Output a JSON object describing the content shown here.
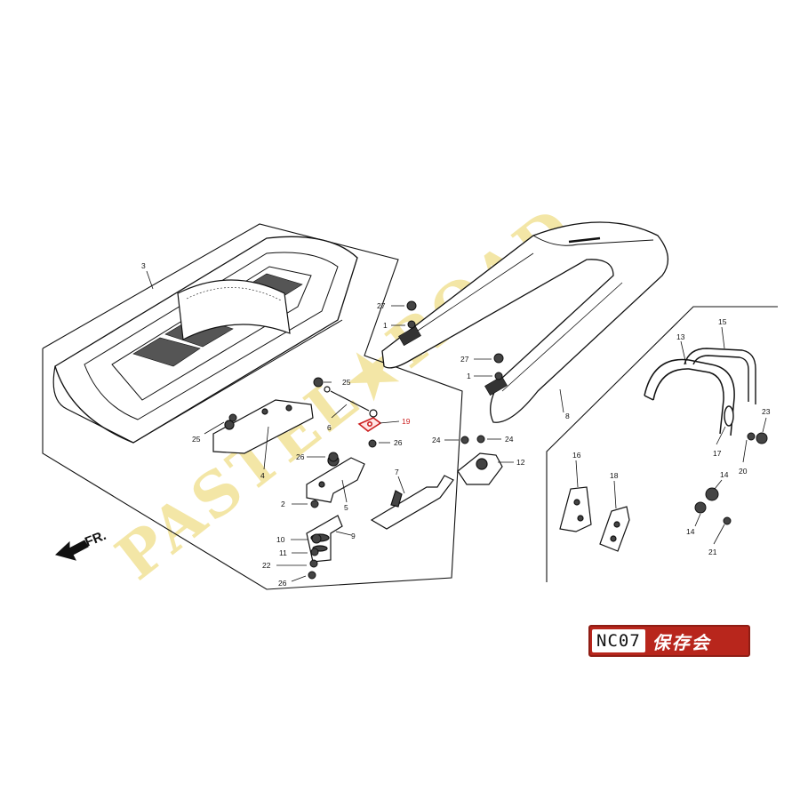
{
  "diagram": {
    "direction_label": "FR.",
    "highlight_color": "#cc1f1f",
    "ink_color": "#111111",
    "part_callouts": [
      {
        "id": "3",
        "text": "3"
      },
      {
        "id": "25a",
        "text": "25"
      },
      {
        "id": "25b",
        "text": "25"
      },
      {
        "id": "6",
        "text": "6"
      },
      {
        "id": "19",
        "text": "19",
        "highlighted": true
      },
      {
        "id": "26a",
        "text": "26"
      },
      {
        "id": "26b",
        "text": "26"
      },
      {
        "id": "4",
        "text": "4"
      },
      {
        "id": "7",
        "text": "7"
      },
      {
        "id": "2",
        "text": "2"
      },
      {
        "id": "5",
        "text": "5"
      },
      {
        "id": "10",
        "text": "10"
      },
      {
        "id": "9",
        "text": "9"
      },
      {
        "id": "11",
        "text": "11"
      },
      {
        "id": "22",
        "text": "22"
      },
      {
        "id": "26c",
        "text": "26"
      },
      {
        "id": "27a",
        "text": "27"
      },
      {
        "id": "1a",
        "text": "1"
      },
      {
        "id": "27b",
        "text": "27"
      },
      {
        "id": "1b",
        "text": "1"
      },
      {
        "id": "8",
        "text": "8"
      },
      {
        "id": "24a",
        "text": "24"
      },
      {
        "id": "24b",
        "text": "24"
      },
      {
        "id": "12",
        "text": "12"
      },
      {
        "id": "15",
        "text": "15"
      },
      {
        "id": "13",
        "text": "13"
      },
      {
        "id": "23",
        "text": "23"
      },
      {
        "id": "17",
        "text": "17"
      },
      {
        "id": "20",
        "text": "20"
      },
      {
        "id": "16",
        "text": "16"
      },
      {
        "id": "18",
        "text": "18"
      },
      {
        "id": "14a",
        "text": "14"
      },
      {
        "id": "14b",
        "text": "14"
      },
      {
        "id": "21",
        "text": "21"
      }
    ]
  },
  "watermark": {
    "text": "PASTEL★ROAD",
    "color": "#f3e6a6"
  },
  "logo": {
    "code": "NC07",
    "mark": "保存会",
    "color": "#b8261c"
  }
}
